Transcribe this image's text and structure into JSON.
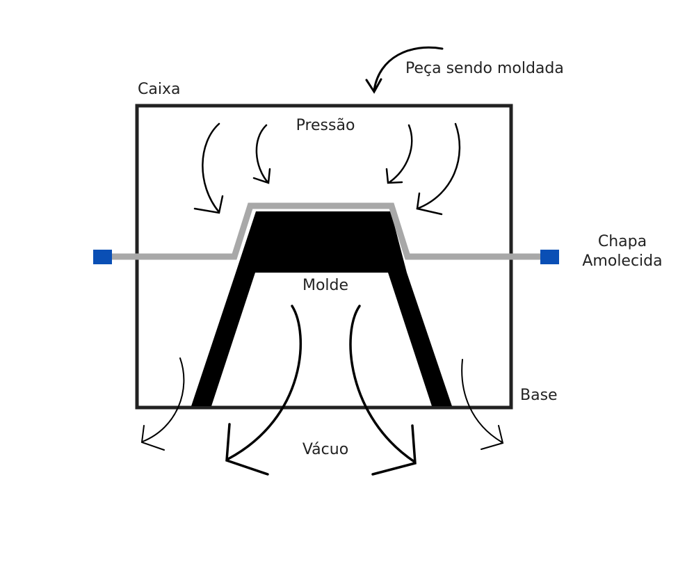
{
  "labels": {
    "part": "Peça sendo moldada",
    "box": "Caixa",
    "pressure": "Pressão",
    "sheet_line1": "Chapa",
    "sheet_line2": "Amolecida",
    "mold": "Molde",
    "base": "Base",
    "vacuum": "Vácuo"
  },
  "colors": {
    "outline": "#222222",
    "mold": "#000000",
    "sheet": "#a8a8a8",
    "clamp": "#0a4fb5",
    "arrow": "#000000"
  }
}
